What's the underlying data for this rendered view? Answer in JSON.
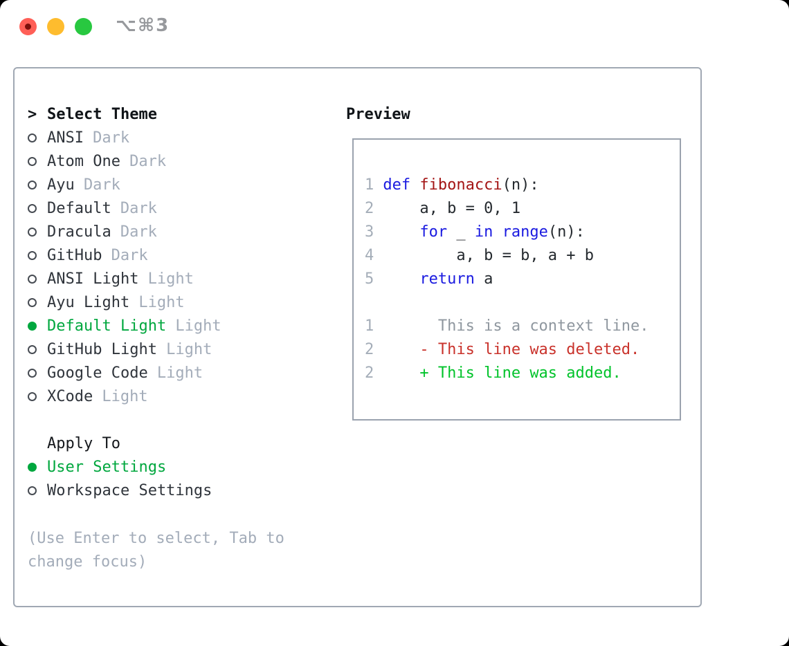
{
  "window": {
    "title": "⌥⌘3"
  },
  "titlebar": {
    "traffic_lights": [
      "close",
      "minimize",
      "zoom"
    ]
  },
  "theme_picker": {
    "header": {
      "marker": ">",
      "label": "Select Theme"
    },
    "themes": [
      {
        "name": "ANSI",
        "variant": "Dark",
        "selected": false
      },
      {
        "name": "Atom One",
        "variant": "Dark",
        "selected": false
      },
      {
        "name": "Ayu",
        "variant": "Dark",
        "selected": false
      },
      {
        "name": "Default",
        "variant": "Dark",
        "selected": false
      },
      {
        "name": "Dracula",
        "variant": "Dark",
        "selected": false
      },
      {
        "name": "GitHub",
        "variant": "Dark",
        "selected": false
      },
      {
        "name": "ANSI Light",
        "variant": "Light",
        "selected": false
      },
      {
        "name": "Ayu Light",
        "variant": "Light",
        "selected": false
      },
      {
        "name": "Default Light",
        "variant": "Light",
        "selected": true
      },
      {
        "name": "GitHub Light",
        "variant": "Light",
        "selected": false
      },
      {
        "name": "Google Code",
        "variant": "Light",
        "selected": false
      },
      {
        "name": "XCode",
        "variant": "Light",
        "selected": false
      }
    ],
    "apply_to": {
      "label": "Apply To",
      "options": [
        {
          "name": "User Settings",
          "selected": true
        },
        {
          "name": "Workspace Settings",
          "selected": false
        }
      ]
    },
    "hint": "(Use Enter to select, Tab to change focus)"
  },
  "preview": {
    "title": "Preview",
    "code_lines": [
      {
        "number": "1",
        "tokens": [
          {
            "type": "keyword",
            "text": "def"
          },
          {
            "type": "plain",
            "text": " "
          },
          {
            "type": "function",
            "text": "fibonacci"
          },
          {
            "type": "plain",
            "text": "(n):"
          }
        ]
      },
      {
        "number": "2",
        "tokens": [
          {
            "type": "plain",
            "text": "    a, b = 0, 1"
          }
        ]
      },
      {
        "number": "3",
        "tokens": [
          {
            "type": "plain",
            "text": "    "
          },
          {
            "type": "keyword",
            "text": "for"
          },
          {
            "type": "plain",
            "text": " _ "
          },
          {
            "type": "keyword",
            "text": "in"
          },
          {
            "type": "plain",
            "text": " "
          },
          {
            "type": "keyword",
            "text": "range"
          },
          {
            "type": "plain",
            "text": "(n):"
          }
        ]
      },
      {
        "number": "4",
        "tokens": [
          {
            "type": "plain",
            "text": "        a, b = b, a + b"
          }
        ]
      },
      {
        "number": "5",
        "tokens": [
          {
            "type": "plain",
            "text": "    "
          },
          {
            "type": "keyword",
            "text": "return"
          },
          {
            "type": "plain",
            "text": " a"
          }
        ]
      }
    ],
    "diff_lines": [
      {
        "number": "1",
        "type": "context",
        "text": "      This is a context line."
      },
      {
        "number": "2",
        "type": "deleted",
        "text": "    - This line was deleted."
      },
      {
        "number": "2",
        "type": "added",
        "text": "    + This line was added."
      }
    ]
  },
  "colors": {
    "keyword": "#1a1ae0",
    "function": "#a31515",
    "plain": "#24292e",
    "line_number": "#a4adb8",
    "context": "#8f979f",
    "deleted": "#c9322b",
    "added": "#00c32a",
    "selected_green": "#00a73e",
    "muted_gray": "#a3acb9",
    "text": "#2f343b",
    "traffic_red": "#ff5f57",
    "traffic_yellow": "#febc2e",
    "traffic_green": "#28c840"
  }
}
